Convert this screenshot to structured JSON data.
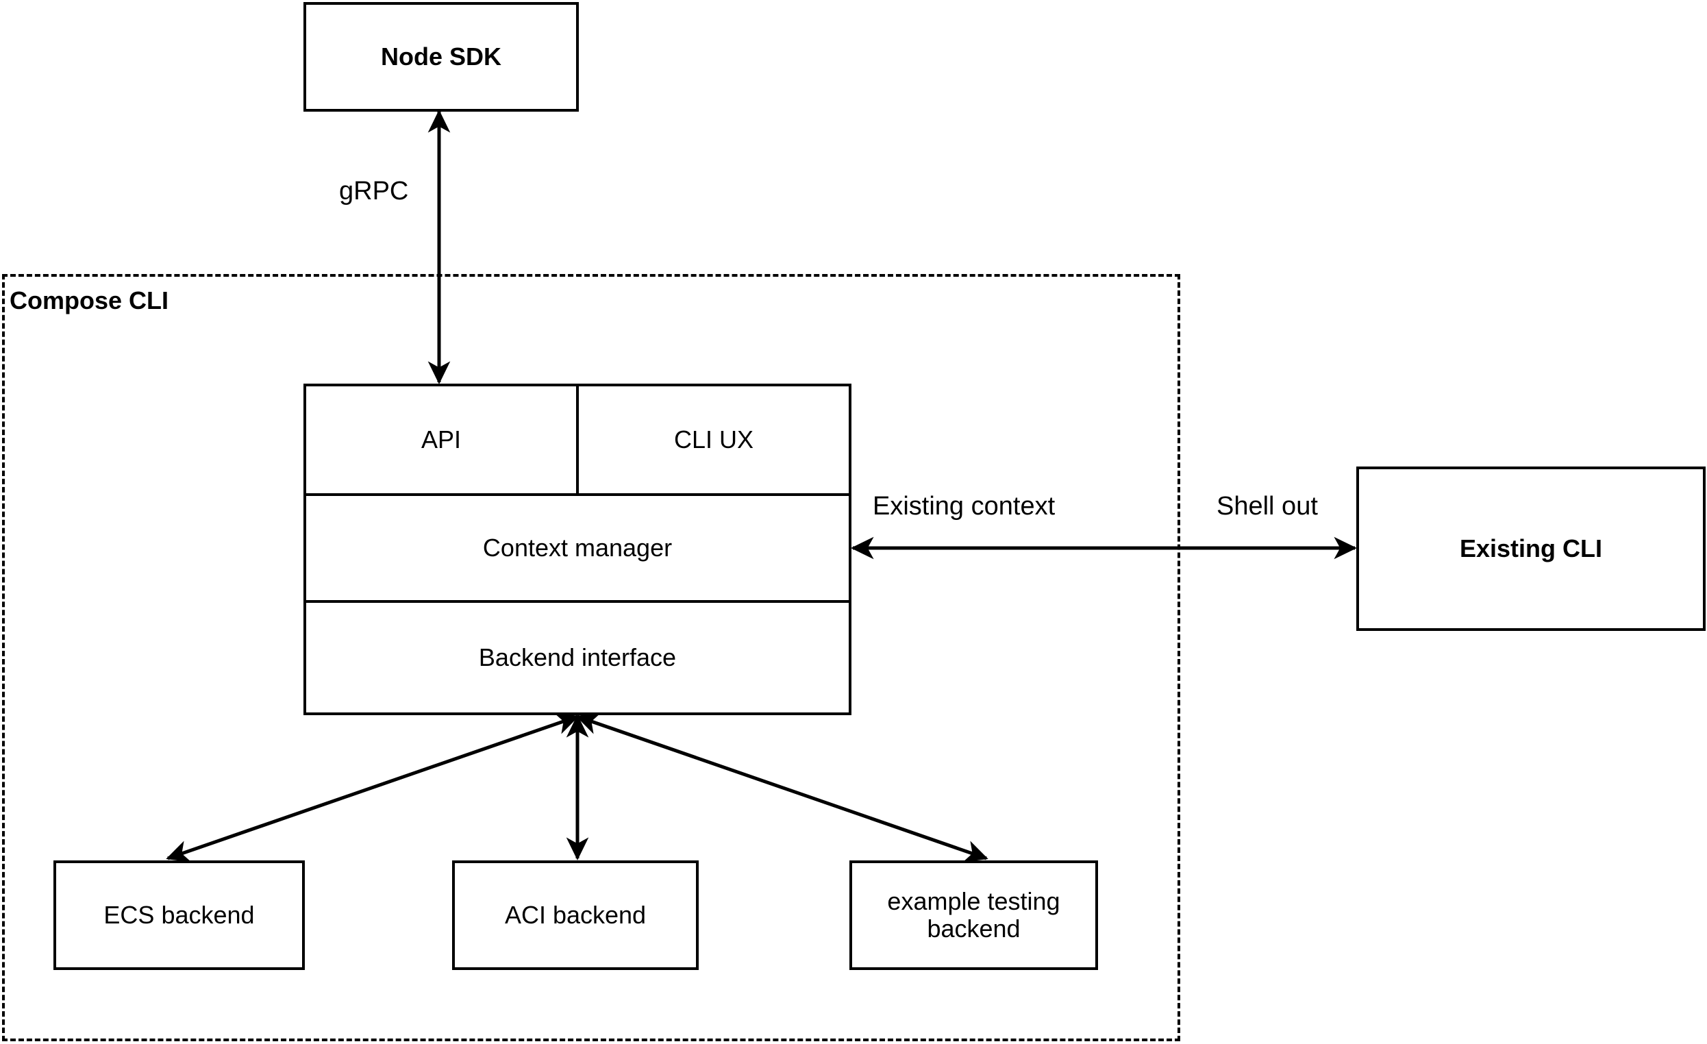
{
  "diagram": {
    "title_absent": true,
    "background_color": "#ffffff",
    "stroke_color": "#000000",
    "nodes": {
      "node_sdk": {
        "label": "Node SDK"
      },
      "existing_cli": {
        "label": "Existing CLI"
      },
      "api": {
        "label": "API"
      },
      "cli_ux": {
        "label": "CLI UX"
      },
      "context_manager": {
        "label": "Context manager"
      },
      "backend_interface": {
        "label": "Backend interface"
      },
      "ecs_backend": {
        "label": "ECS backend"
      },
      "aci_backend": {
        "label": "ACI backend"
      },
      "example_testing_backend_line1": {
        "label": "example testing"
      },
      "example_testing_backend_line2": {
        "label": "backend"
      }
    },
    "group": {
      "compose_cli": {
        "label": "Compose CLI",
        "style": "dashed"
      }
    },
    "edge_labels": {
      "grpc": "gRPC",
      "existing_context": "Existing context",
      "shell_out": "Shell out"
    }
  }
}
